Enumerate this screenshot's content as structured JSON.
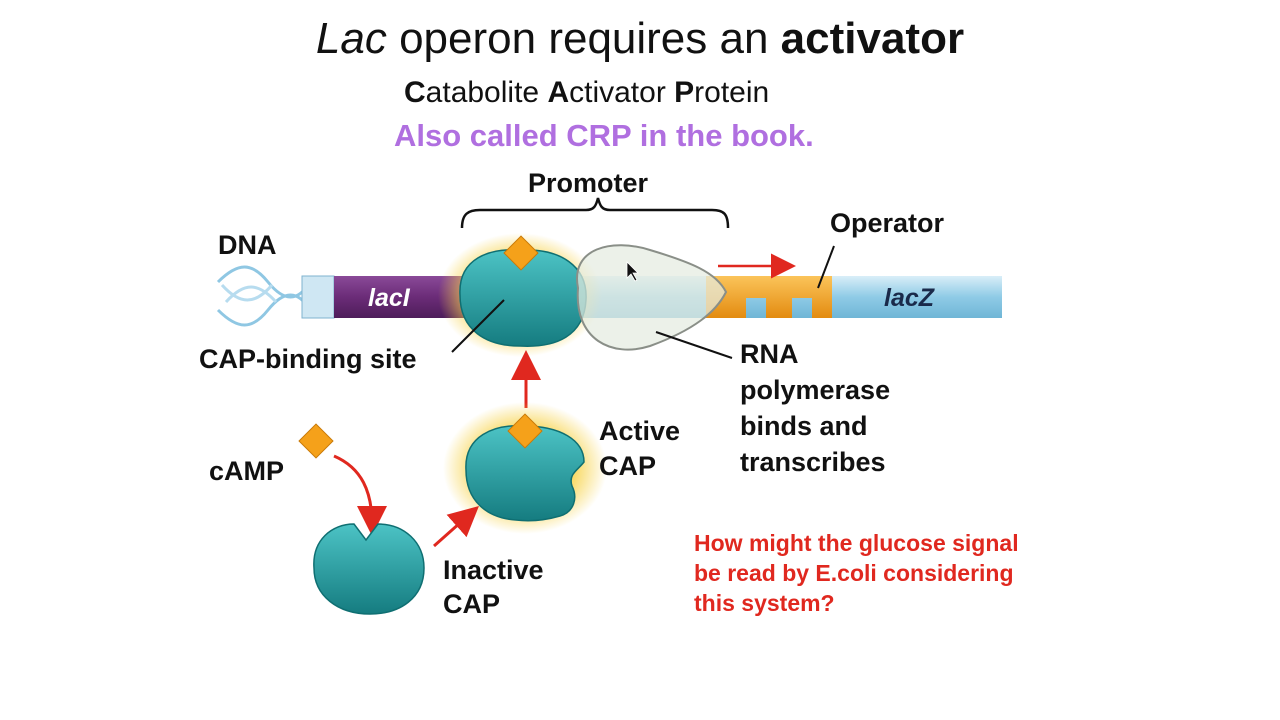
{
  "title": {
    "prefix": "Lac",
    "middle": " operon requires an ",
    "emph": "activator"
  },
  "subtitle": {
    "w1_first": "C",
    "w1_rest": "atabolite ",
    "w2_first": "A",
    "w2_rest": "ctivator ",
    "w3_first": "P",
    "w3_rest": "rotein"
  },
  "note": "Also called CRP in the book.",
  "diagram": {
    "promoter": "Promoter",
    "dna": "DNA",
    "operator": "Operator",
    "lacI": "lacI",
    "lacZ": "lacZ",
    "cap_binding_site": "CAP-binding site",
    "rnap": [
      "RNA",
      "polymerase",
      "binds and",
      "transcribes"
    ],
    "active_cap": [
      "Active",
      "CAP"
    ],
    "camp": "cAMP",
    "inactive_cap": [
      "Inactive",
      "CAP"
    ]
  },
  "question": "How might the glucose signal be read by E.coli considering this system?",
  "colors": {
    "teal": "#1fa3a6",
    "orange": "#f5a11a",
    "purple_gene": "#6b2c78",
    "dna_blue": "#a9d8ee",
    "arrow_red": "#e0281f",
    "note_purple": "#b06fe0",
    "glow": "#f7d34a"
  }
}
